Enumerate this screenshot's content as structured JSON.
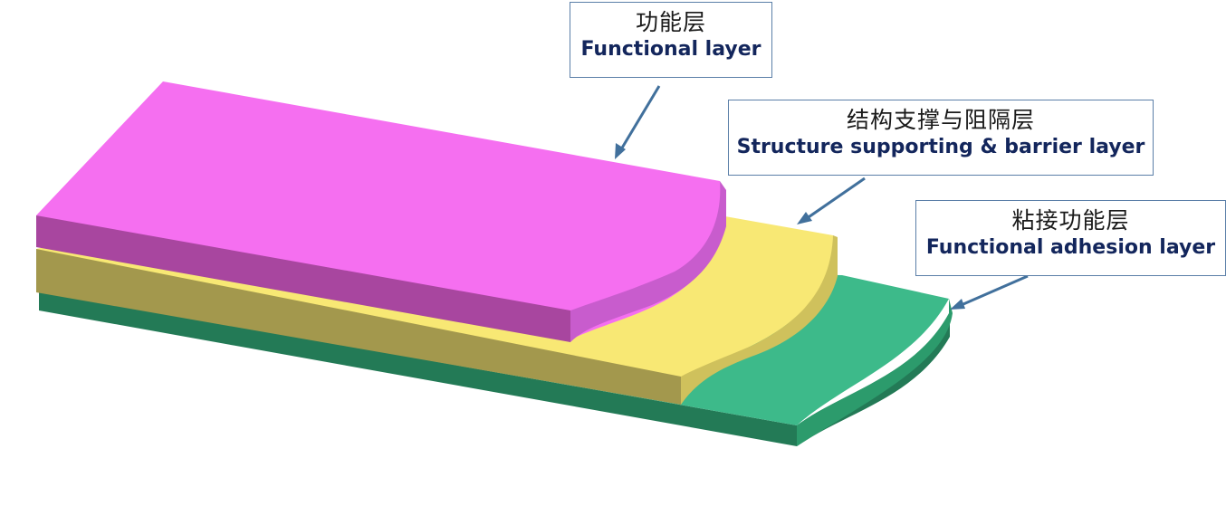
{
  "diagram": {
    "layers": [
      {
        "id": "functional",
        "label_zh": "功能层",
        "label_en": "Functional layer",
        "top_color": "#f56ff0",
        "side_color": "#a8469f",
        "curve_color": "#c85ccd"
      },
      {
        "id": "structure",
        "label_zh": "结构支撑与阻隔层",
        "label_en": "Structure supporting & barrier layer",
        "top_color": "#f8e874",
        "side_color": "#a3984d",
        "curve_color": "#cfc15c"
      },
      {
        "id": "adhesion",
        "label_zh": "粘接功能层",
        "label_en": "Functional adhesion layer",
        "top_color": "#3dba8a",
        "side_color": "#237a56",
        "curve_color": "#2c9b6c"
      }
    ],
    "arrow_color": "#41709c",
    "callout_border_color": "#5b7fa8"
  }
}
